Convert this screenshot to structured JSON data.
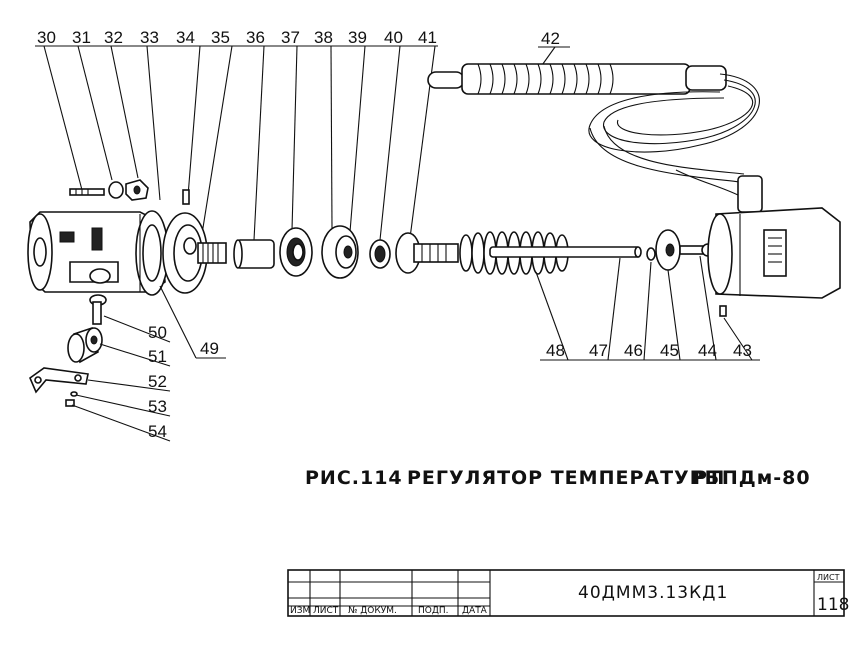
{
  "callouts_top": [
    "30",
    "31",
    "32",
    "33",
    "34",
    "35",
    "36",
    "37",
    "38",
    "39",
    "40",
    "41"
  ],
  "callout_42": "42",
  "callouts_right": [
    "48",
    "47",
    "46",
    "45",
    "44",
    "43"
  ],
  "callouts_left": [
    "50",
    "51",
    "52",
    "53",
    "54"
  ],
  "callout_49": "49",
  "caption": {
    "fig": "РИС.114",
    "title": "РЕГУЛЯТОР ТЕМПЕРАТУРЫ",
    "model": "РТПДм-80"
  },
  "stamp": {
    "headers": [
      "ИЗМ",
      "ЛИСТ",
      "№ ДОКУМ.",
      "ПОДП.",
      "ДАТА"
    ],
    "code": "40ДММ3.13КД1",
    "sheet_label": "ЛИСТ",
    "sheet_number": "118"
  }
}
